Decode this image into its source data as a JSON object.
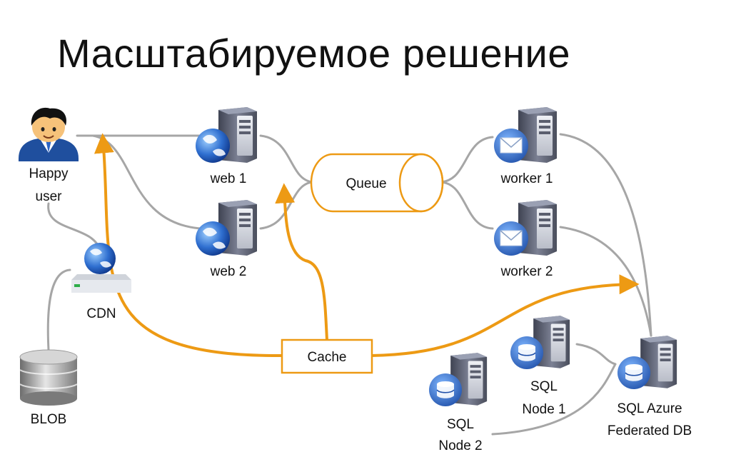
{
  "title": "Масштабируемое решение",
  "nodes": {
    "user": {
      "line1": "Happy",
      "line2": "user",
      "icon": "user-icon"
    },
    "cdn": {
      "label": "CDN",
      "icon": "cdn-icon"
    },
    "blob": {
      "label": "BLOB",
      "icon": "database-icon"
    },
    "web1": {
      "label": "web 1",
      "icon": "web-server-icon"
    },
    "web2": {
      "label": "web 2",
      "icon": "web-server-icon"
    },
    "queue": {
      "label": "Queue",
      "icon": "queue-icon"
    },
    "worker1": {
      "label": "worker 1",
      "icon": "mail-server-icon"
    },
    "worker2": {
      "label": "worker 2",
      "icon": "mail-server-icon"
    },
    "cache": {
      "label": "Cache"
    },
    "sqlnode1": {
      "line1": "SQL",
      "line2": "Node 1",
      "icon": "db-server-icon"
    },
    "sqlnode2": {
      "line1": "SQL",
      "line2": "Node 2",
      "icon": "db-server-icon"
    },
    "sqlazure": {
      "line1": "SQL Azure",
      "line2": "Federated DB",
      "icon": "db-server-icon"
    }
  },
  "colors": {
    "accent": "#ED9A14",
    "connector": "#A6A6A6",
    "globe": "#2F6FD0",
    "server": "#5A5E6E"
  }
}
